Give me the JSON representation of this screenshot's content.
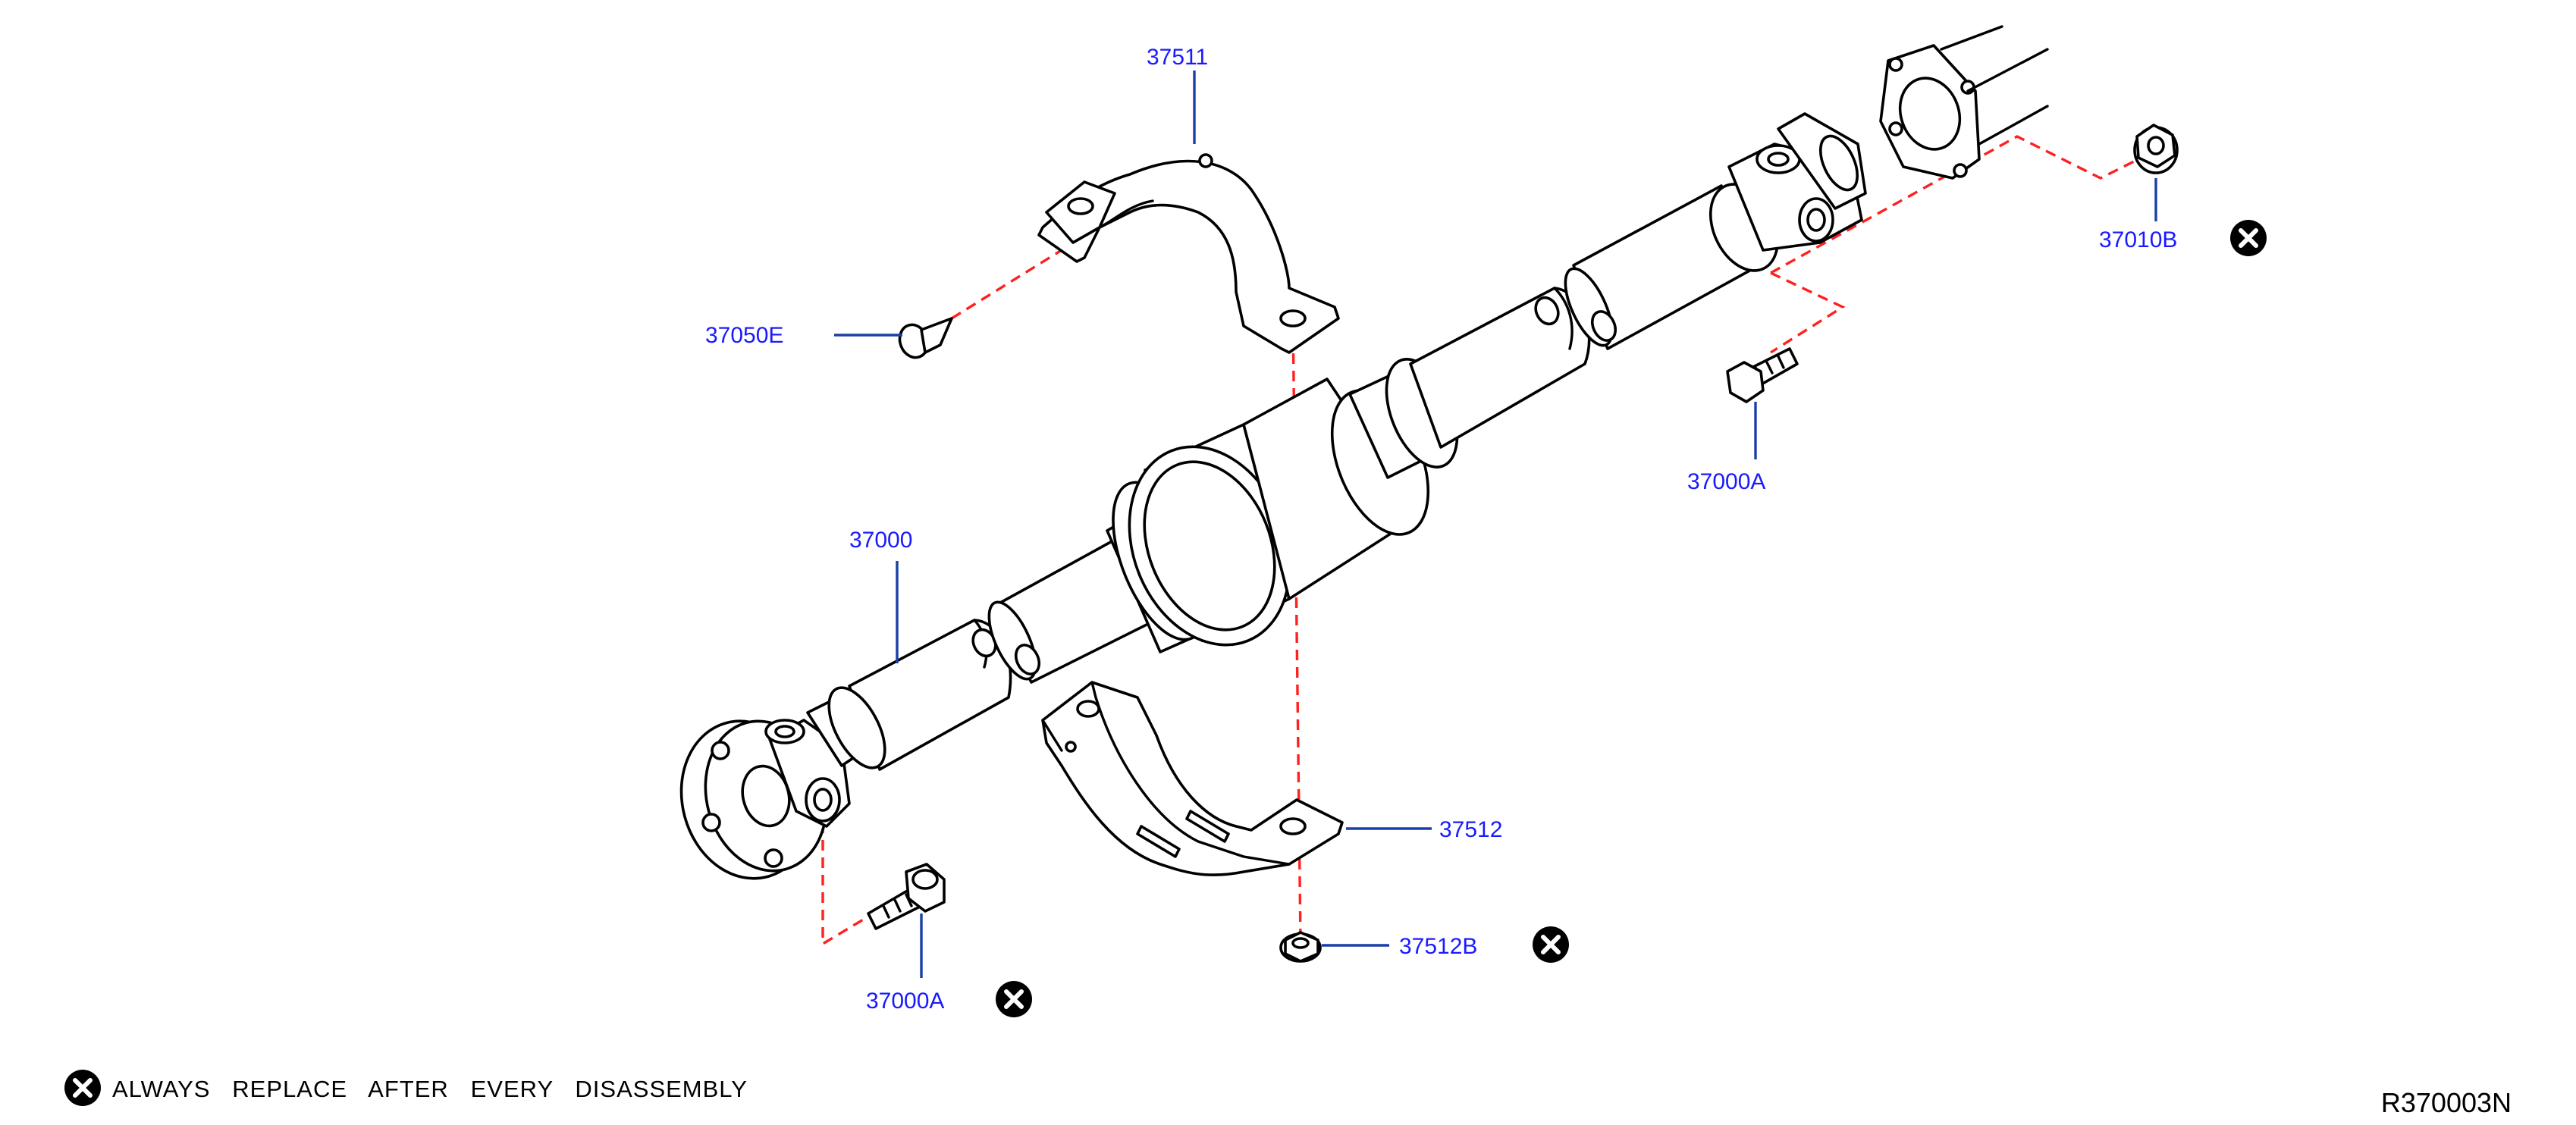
{
  "diagram": {
    "callouts": {
      "c37511": "37511",
      "c37050E": "37050E",
      "c37010B": "37010B",
      "c37000A_top": "37000A",
      "c37000": "37000",
      "c37512": "37512",
      "c37512B": "37512B",
      "c37000A_bottom": "37000A"
    },
    "legend": {
      "text": "ALWAYS   REPLACE   AFTER   EVERY   DISASSEMBLY"
    },
    "reference": "R370003N",
    "colors": {
      "callout": "#1a1aff",
      "leader": "#1a3fa8",
      "dashed_line": "#ff2020",
      "line_art": "#000000"
    },
    "icons": {
      "replace_marker": "circle-x-icon"
    }
  }
}
